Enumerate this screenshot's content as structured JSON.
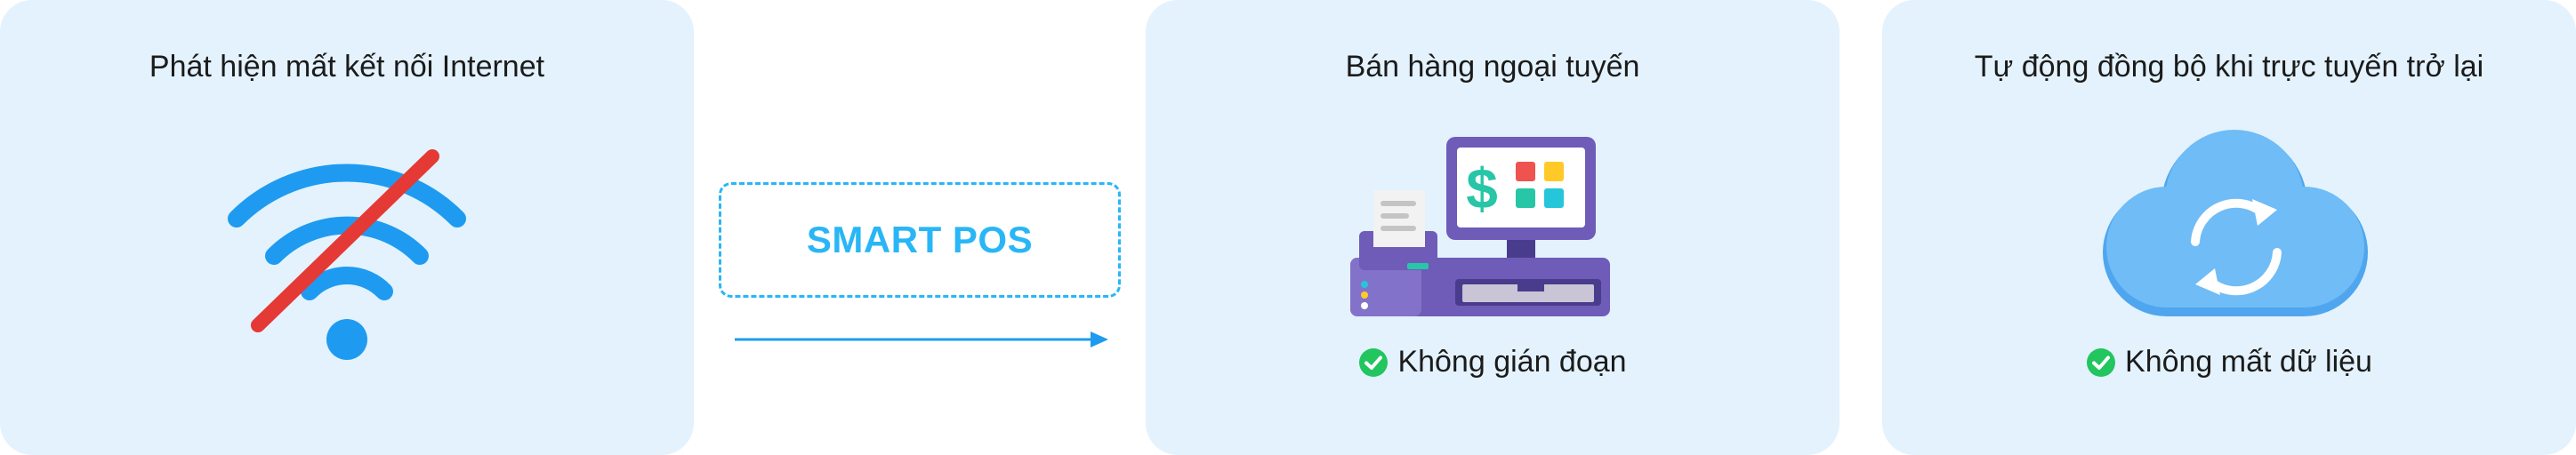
{
  "cards": {
    "offline": {
      "title": "Phát hiện mất kết nối Internet"
    },
    "sales": {
      "title": "Bán hàng ngoại tuyến",
      "status": "Không gián đoạn"
    },
    "sync": {
      "title": "Tự động đồng bộ khi trực tuyến trở lại",
      "status": "Không mất dữ liệu"
    }
  },
  "center": {
    "label": "SMART POS"
  },
  "icons": {
    "offline": "wifi-off-icon",
    "sales": "pos-terminal-icon",
    "sync": "cloud-sync-icon",
    "status": "check-circle-icon",
    "flow": "arrow-right-icon"
  },
  "colors": {
    "card_bg": "#e3f2fd",
    "accent": "#29b6f6",
    "wifi": "#1e9bf0",
    "slash": "#e53935",
    "check": "#22c55e",
    "pos_purple": "#6f5bb8",
    "cloud": "#64b5f6"
  }
}
